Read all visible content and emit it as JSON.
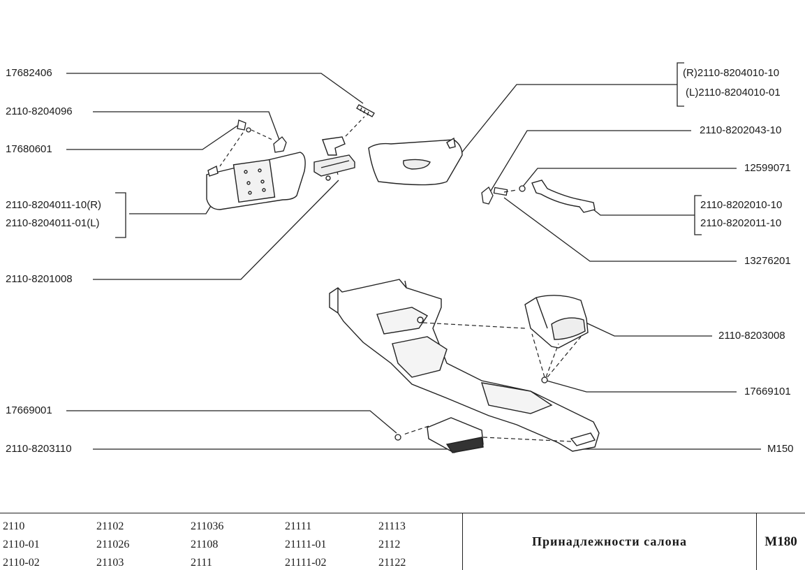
{
  "callouts": {
    "c1": "17682406",
    "c2": "2110-8204096",
    "c3": "17680601",
    "c4a": "2110-8204011-10(R)",
    "c4b": "2110-8204011-01(L)",
    "c5": "2110-8201008",
    "c6": "17669001",
    "c7": "2110-8203110",
    "c8a": "(R)2110-8204010-10",
    "c8b": "(L)2110-8204010-01",
    "c9": "2110-8202043-10",
    "c10": "12599071",
    "c11a": "2110-8202010-10",
    "c11b": "2110-8202011-10",
    "c12": "13276201",
    "c13": "2110-8203008",
    "c14": "17669101",
    "c15": "M150"
  },
  "title_block": {
    "models": [
      [
        "2110",
        "2110-01",
        "2110-02"
      ],
      [
        "21102",
        "211026",
        "21103"
      ],
      [
        "211036",
        "21108",
        "2111"
      ],
      [
        "21111",
        "21111-01",
        "21111-02"
      ],
      [
        "21113",
        "2112",
        "21122"
      ]
    ],
    "title": "Принадлежности салона",
    "code": "M180"
  }
}
